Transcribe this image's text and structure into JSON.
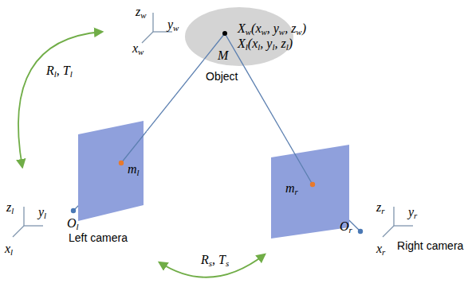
{
  "diagram": {
    "nodes": [
      {
        "text": [
          "Xw(xw, yw, zw)",
          "Xl(xl, yl, zl)",
          "M",
          "Object"
        ]
      },
      {
        "text": [
          "ml"
        ]
      },
      {
        "text": [
          "mr"
        ]
      }
    ],
    "edges": [
      {
        "from": 0,
        "to": 1,
        "arrow": "none"
      },
      {
        "from": 0,
        "to": 2,
        "arrow": "none"
      }
    ],
    "labels": [
      "zw",
      "yw",
      "xw",
      "Rl, Tl",
      "zl",
      "yl",
      "xl",
      "Ol",
      "Left camera",
      "Rs, Ts",
      "zr",
      "yr",
      "xr",
      "Or",
      "Right camera"
    ]
  }
}
